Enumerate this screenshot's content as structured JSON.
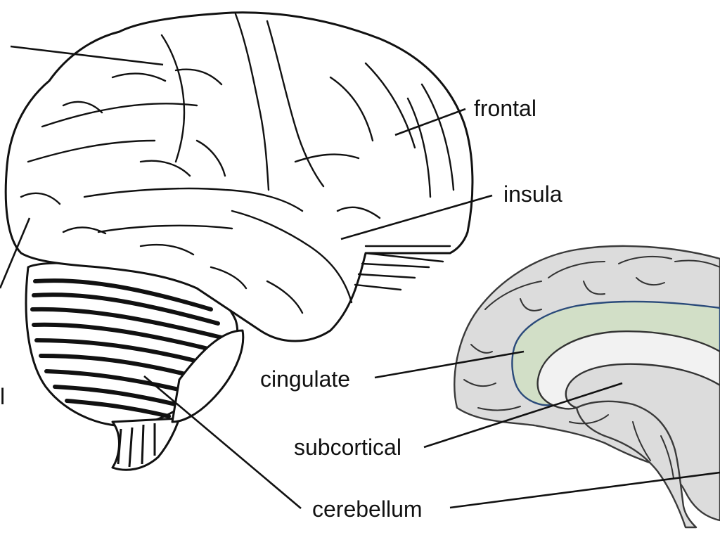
{
  "labels": {
    "frontal": "frontal",
    "insula": "insula",
    "cingulate": "cingulate",
    "subcortical": "subcortical",
    "cerebellum": "cerebellum",
    "partial_left": "l"
  },
  "colors": {
    "cingulate_fill": "#d2dfc7",
    "cingulate_outline": "#2a4a7a",
    "medial_fill": "#dcdcdc"
  }
}
